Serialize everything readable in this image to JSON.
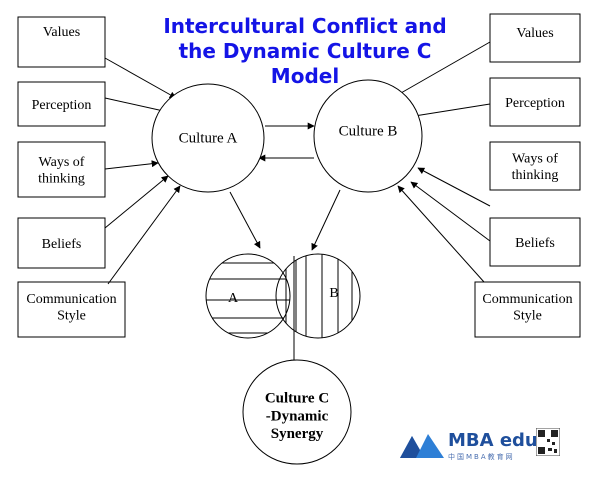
{
  "title": {
    "line1": "Intercultural Conflict and",
    "line2": "the Dynamic Culture C",
    "line3": "Model"
  },
  "left_factors": [
    "Values",
    "Perception",
    "Ways of|thinking",
    "Beliefs",
    "Communication|Style"
  ],
  "right_factors": [
    "Values",
    "Perception",
    "Ways of|thinking",
    "Beliefs",
    "Communication|Style"
  ],
  "culture_a": "Culture A",
  "culture_b": "Culture B",
  "venn": {
    "label_a": "A",
    "label_b": "B"
  },
  "result": "Culture C|-Dynamic|Synergy",
  "watermark": {
    "brand": "MBA edu",
    "subtitle": "中国MBA教育网"
  },
  "colors": {
    "title": "#1414e6",
    "stroke": "#000000",
    "brand": "#1f4f9c"
  }
}
